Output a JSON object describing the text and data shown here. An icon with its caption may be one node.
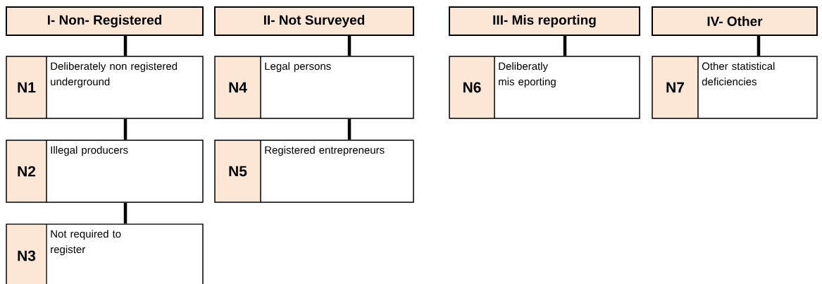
{
  "diagram": {
    "nodes": [
      {
        "text": [
          "I- Non- Registered"
        ]
      },
      {
        "text": [
          "II-  Not Surveyed"
        ]
      },
      {
        "text": [
          "III- Mis reporting"
        ]
      },
      {
        "text": [
          "IV- Other"
        ]
      },
      {
        "text": [
          "N1",
          "Deliberately non registered underground"
        ]
      },
      {
        "text": [
          "N4",
          "Legal persons"
        ]
      },
      {
        "text": [
          "N6",
          "Deliberatly mis eporting"
        ]
      },
      {
        "text": [
          "N7",
          "Other statistical deficiencies"
        ]
      },
      {
        "text": [
          "N2",
          "Illegal producers"
        ]
      },
      {
        "text": [
          "N5",
          "Registered entrepreneurs"
        ]
      },
      {
        "text": [
          "N3",
          "Not required to register"
        ]
      }
    ],
    "edges": [
      {
        "from": 0,
        "to": 4,
        "arrow": "none"
      },
      {
        "from": 4,
        "to": 8,
        "arrow": "none"
      },
      {
        "from": 8,
        "to": 10,
        "arrow": "none"
      },
      {
        "from": 1,
        "to": 5,
        "arrow": "none"
      },
      {
        "from": 5,
        "to": 9,
        "arrow": "none"
      },
      {
        "from": 2,
        "to": 6,
        "arrow": "none"
      },
      {
        "from": 3,
        "to": 7,
        "arrow": "none"
      }
    ]
  }
}
